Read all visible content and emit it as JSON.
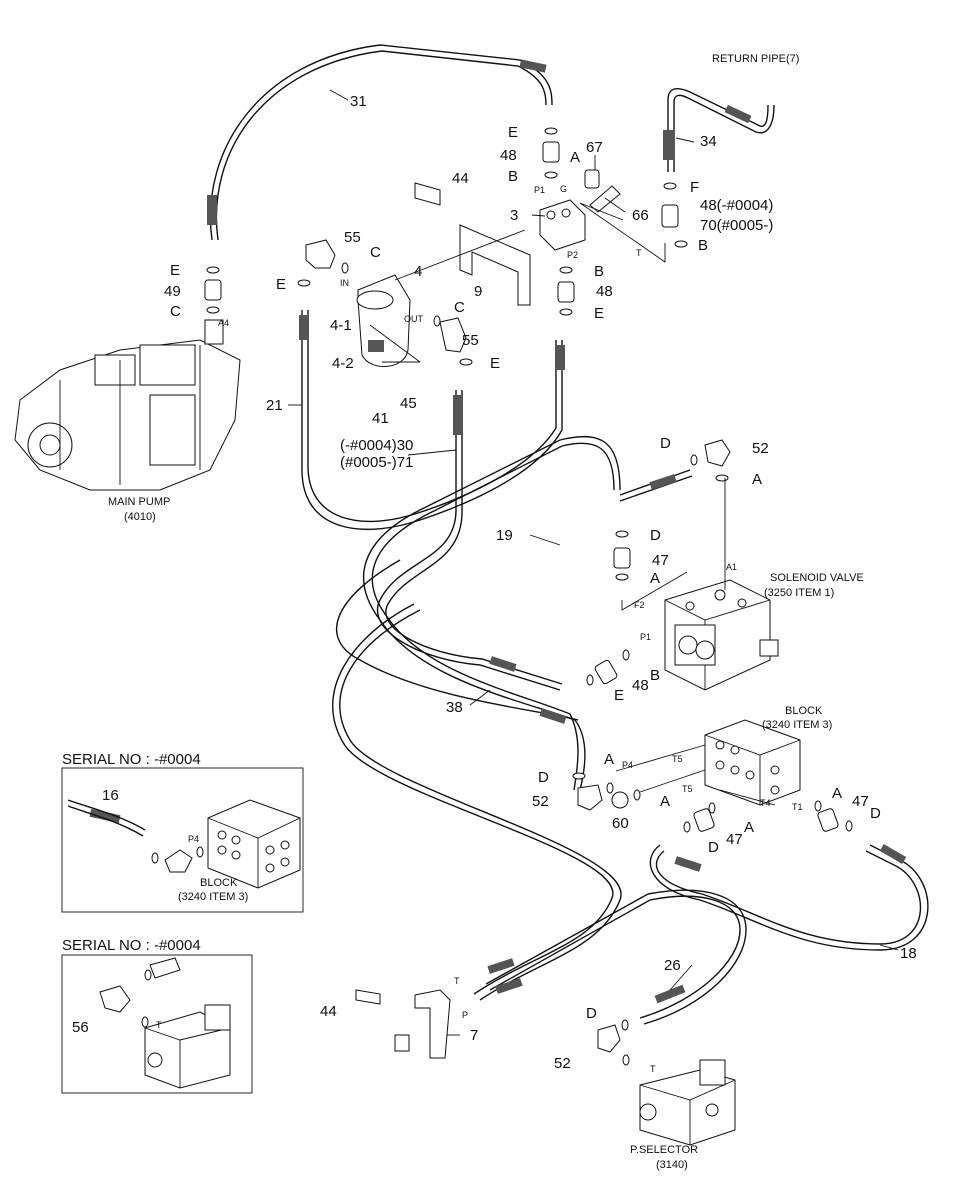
{
  "labels": {
    "return_pipe": "RETURN PIPE(7)",
    "main_pump": "MAIN PUMP",
    "main_pump_code": "(4010)",
    "solenoid_valve": "SOLENOID VALVE",
    "solenoid_valve_item": "(3250 ITEM 1)",
    "block": "BLOCK",
    "block_item": "(3240 ITEM 3)",
    "inset_block": "BLOCK",
    "inset_block_item": "(3240 ITEM 3)",
    "serial_1": "SERIAL NO : -#0004",
    "serial_2": "SERIAL NO : -#0004",
    "p_selector": "P.SELECTOR",
    "p_selector_code": "(3140)",
    "hose_30": "(-#0004)30",
    "hose_71": "(#0005-)71",
    "part_48_variant": "48(-#0004)",
    "part_70_variant": "70(#0005-)"
  },
  "parts": {
    "p31": "31",
    "p34": "34",
    "p44a": "44",
    "p44b": "44",
    "p67": "67",
    "p48a": "48",
    "p48b": "48",
    "p48c": "48",
    "p3": "3",
    "p66": "66",
    "p55a": "55",
    "p55b": "55",
    "p4": "4",
    "p9": "9",
    "p49": "49",
    "p4_1": "4-1",
    "p4_2": "4-2",
    "p41": "41",
    "p45": "45",
    "p21": "21",
    "p52a": "52",
    "p52b": "52",
    "p52c": "52",
    "p19": "19",
    "p47a": "47",
    "p47b": "47",
    "p47c": "47",
    "p38": "38",
    "p16": "16",
    "p60": "60",
    "p18": "18",
    "p26": "26",
    "p7": "7",
    "p56": "56"
  },
  "letters": {
    "E1": "E",
    "E2": "E",
    "E3": "E",
    "E4": "E",
    "E5": "E",
    "E6": "E",
    "B1": "B",
    "B2": "B",
    "B3": "B",
    "B4": "B",
    "A1": "A",
    "A2": "A",
    "A3": "A",
    "A4": "A",
    "A5": "A",
    "A6": "A",
    "A7": "A",
    "C1": "C",
    "C2": "C",
    "C3": "C",
    "D1": "D",
    "D2": "D",
    "D3": "D",
    "D4": "D",
    "D5": "D",
    "D6": "D",
    "F1": "F"
  },
  "ports": {
    "p1a": "P1",
    "g": "G",
    "p2a": "P2",
    "t1": "T",
    "in": "IN",
    "out": "OUT",
    "a4": "A4",
    "a1": "A1",
    "f2": "F2",
    "p1b": "P1",
    "p4": "P4",
    "t5a": "T5",
    "t5b": "T5",
    "t4": "T4",
    "t1b": "T1",
    "p4_inset": "P4",
    "t_inset": "T",
    "t_bottom": "T",
    "p_bottom": "P",
    "t_sel": "T"
  }
}
